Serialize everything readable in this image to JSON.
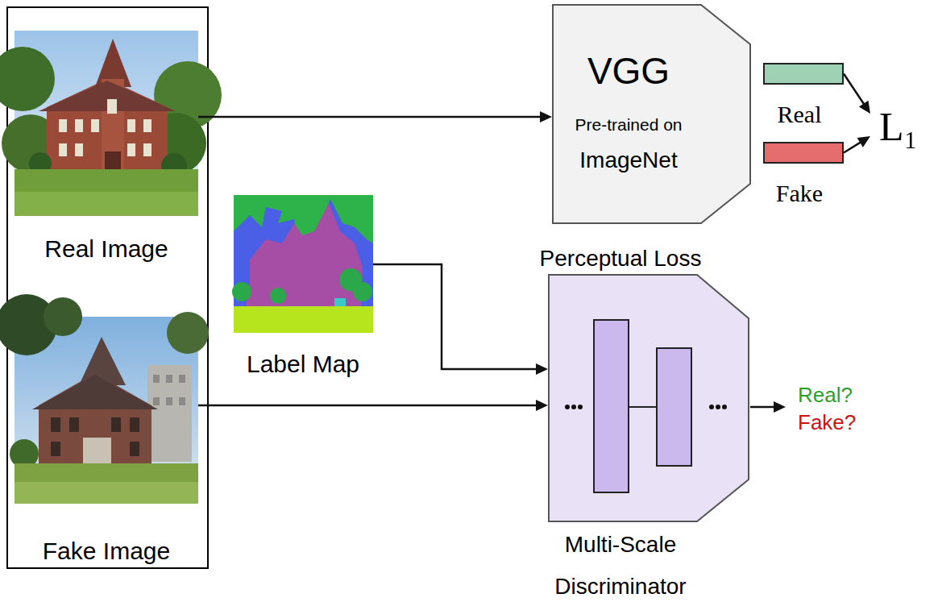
{
  "diagram": {
    "nodes": [
      {
        "text": [
          "Real Image"
        ]
      },
      {
        "text": [
          "Fake Image"
        ]
      },
      {
        "text": [
          "Label Map"
        ]
      },
      {
        "text": [
          "VGG",
          "Pre-trained on",
          "ImageNet",
          "Perceptual Loss"
        ]
      },
      {
        "text": [
          "Real"
        ]
      },
      {
        "text": [
          "Fake"
        ]
      },
      {
        "text": [
          "L₁"
        ]
      },
      {
        "text": [
          "Multi-Scale Discriminator"
        ]
      },
      {
        "text": [
          "Real?",
          "Fake?"
        ]
      }
    ],
    "edges": [
      {
        "from": 0,
        "to": 3,
        "arrow": "to"
      },
      {
        "from": 2,
        "to": 7,
        "arrow": "to"
      },
      {
        "from": 1,
        "to": 7,
        "arrow": "to"
      },
      {
        "from": 7,
        "to": 8,
        "arrow": "to"
      },
      {
        "from": 4,
        "to": 6,
        "arrow": "to"
      },
      {
        "from": 5,
        "to": 6,
        "arrow": "to"
      }
    ]
  }
}
